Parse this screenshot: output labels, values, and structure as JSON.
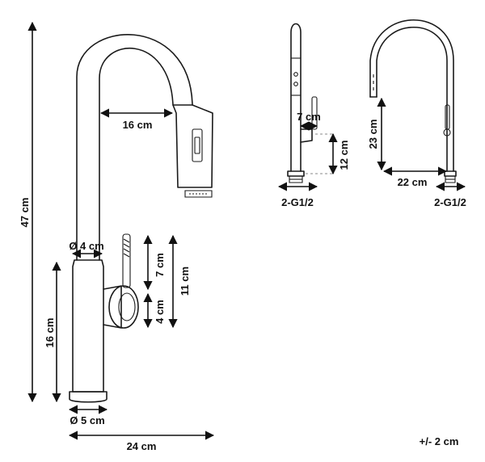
{
  "colors": {
    "ink": "#1a1a1a",
    "arrow": "#111111",
    "leader": "#888888",
    "background": "#ffffff"
  },
  "front_view": {
    "total_height": "47 cm",
    "spout_reach": "16 cm",
    "spout_diameter": "Ø 4 cm",
    "handle_height": "7 cm",
    "lever_height": "4 cm",
    "lever_total_height": "11 cm",
    "body_height": "16 cm",
    "base_diameter": "Ø 5 cm",
    "base_width": "24 cm"
  },
  "side_view": {
    "handle_offset": "7 cm",
    "handle_height": "12 cm",
    "connection": "2-G1/2"
  },
  "back_view": {
    "spout_height": "23 cm",
    "spout_reach": "22 cm",
    "connection": "2-G1/2"
  },
  "tolerance": "+/- 2 cm"
}
